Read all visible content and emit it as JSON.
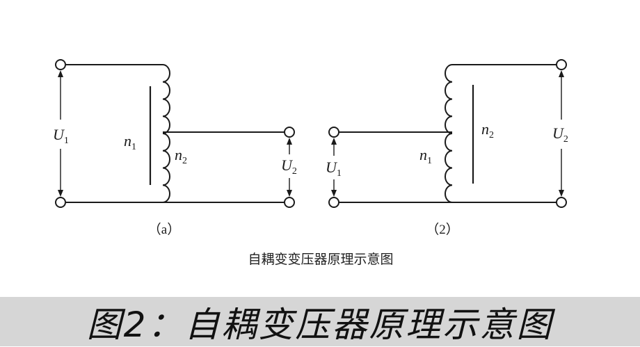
{
  "diagram": {
    "left": {
      "panel_label": "（a）",
      "input_voltage": {
        "symbol": "U",
        "sub": "1"
      },
      "output_voltage": {
        "symbol": "U",
        "sub": "2"
      },
      "winding_full": {
        "symbol": "n",
        "sub": "1"
      },
      "winding_tap": {
        "symbol": "n",
        "sub": "2"
      }
    },
    "right": {
      "panel_label": "（2）",
      "input_voltage": {
        "symbol": "U",
        "sub": "1"
      },
      "output_voltage": {
        "symbol": "U",
        "sub": "2"
      },
      "winding_tap": {
        "symbol": "n",
        "sub": "1"
      },
      "winding_full": {
        "symbol": "n",
        "sub": "2"
      }
    },
    "subtitle": "自耦变变压器原理示意图"
  },
  "caption": "图2：自耦变压器原理示意图"
}
